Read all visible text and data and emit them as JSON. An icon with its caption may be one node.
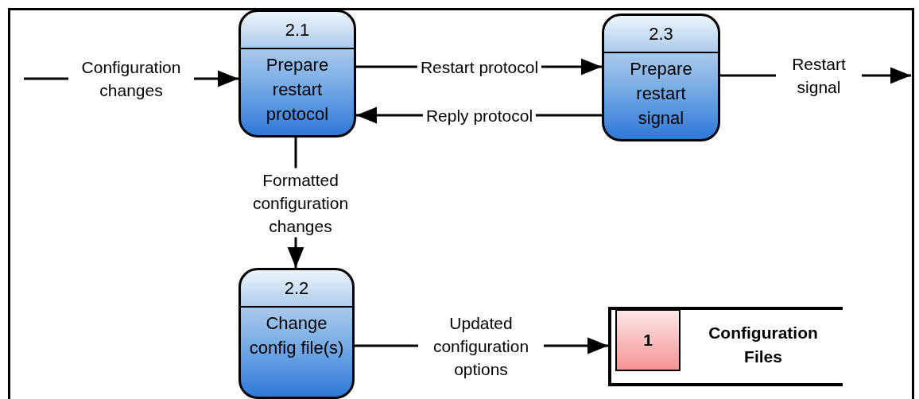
{
  "diagram": {
    "nodes": [
      {
        "text": [
          "2.1",
          "Prepare restart protocol"
        ]
      },
      {
        "text": [
          "2.3",
          "Prepare restart signal"
        ]
      },
      {
        "text": [
          "2.2",
          "Change config file(s)"
        ]
      },
      {
        "text": [
          "1",
          "Configuration Files"
        ]
      }
    ],
    "edges": [
      {
        "from": null,
        "to": 0,
        "arrow": "to",
        "label": "Configuration changes"
      },
      {
        "from": 0,
        "to": 1,
        "arrow": "to",
        "label": "Restart protocol"
      },
      {
        "from": 1,
        "to": 0,
        "arrow": "to",
        "label": "Reply protocol"
      },
      {
        "from": 1,
        "to": null,
        "arrow": "to",
        "label": "Restart signal"
      },
      {
        "from": 0,
        "to": 2,
        "arrow": "to",
        "label": "Formatted configuration changes"
      },
      {
        "from": 2,
        "to": 3,
        "arrow": "to",
        "label": "Updated configuration options"
      }
    ]
  }
}
